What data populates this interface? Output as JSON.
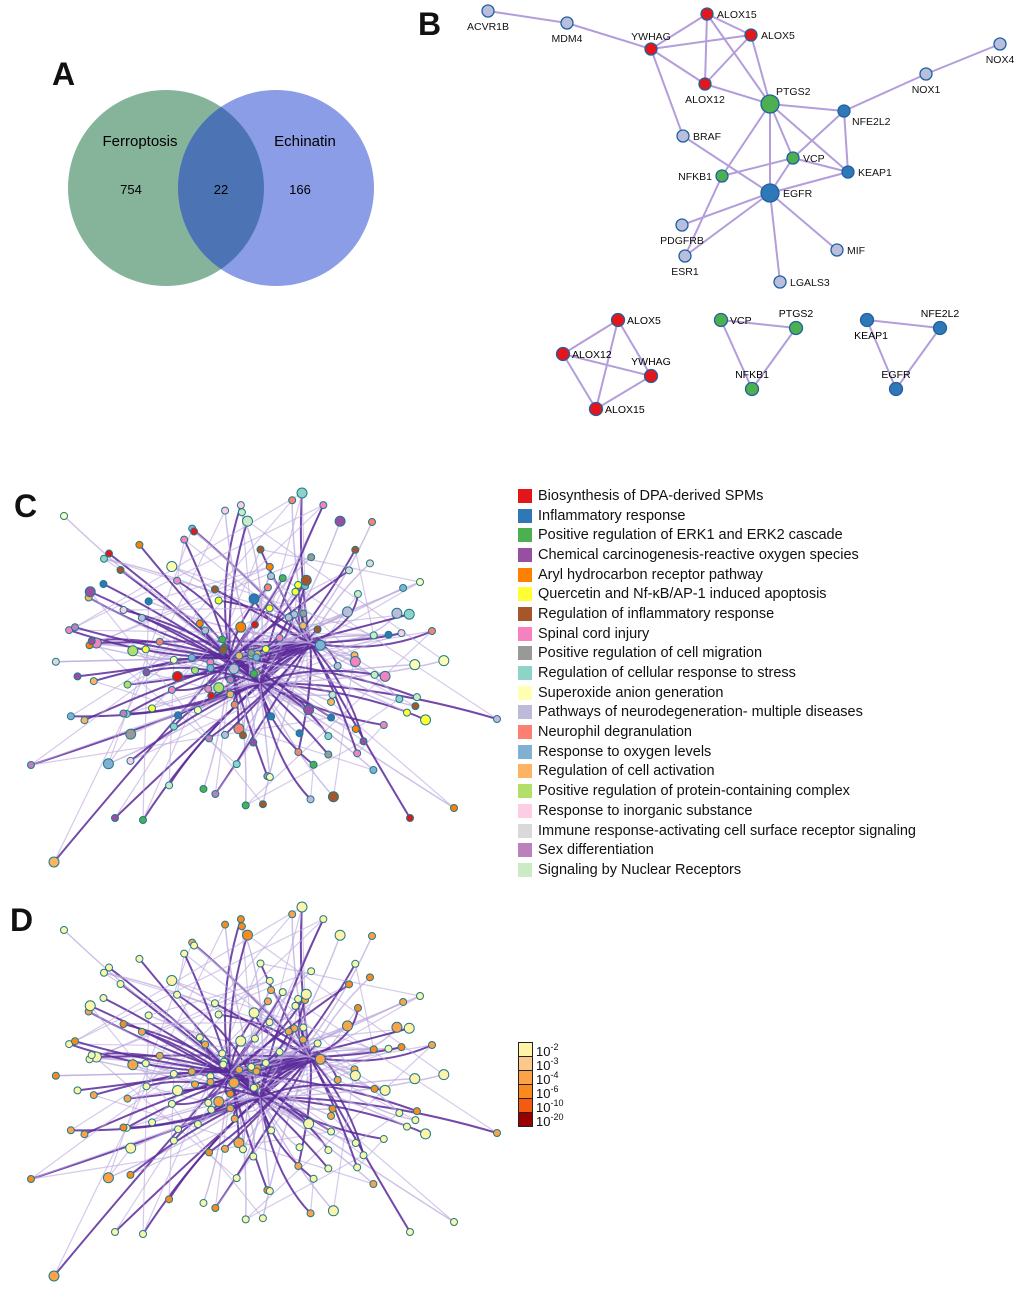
{
  "panels": {
    "A": "A",
    "B": "B",
    "C": "C",
    "D": "D"
  },
  "venn": {
    "sets": [
      {
        "name": "Ferroptosis",
        "only_count": "754",
        "color": "#86b49b"
      },
      {
        "name": "Echinatin",
        "only_count": "166",
        "color": "#8b9de6"
      }
    ],
    "intersection": {
      "count": "22",
      "color": "#4c74b4"
    }
  },
  "ppi_network": {
    "colors": {
      "red": "#e3171b",
      "green": "#4caf50",
      "blue": "#2f78b8",
      "grey": "#b9bedd",
      "edge": "#b39ddb",
      "stroke": "#2060a0"
    },
    "nodes": [
      {
        "id": "ACVR1B",
        "group": "grey"
      },
      {
        "id": "MDM4",
        "group": "grey"
      },
      {
        "id": "YWHAG",
        "group": "red"
      },
      {
        "id": "ALOX15",
        "group": "red"
      },
      {
        "id": "ALOX5",
        "group": "red"
      },
      {
        "id": "ALOX12",
        "group": "red"
      },
      {
        "id": "PTGS2",
        "group": "green"
      },
      {
        "id": "NFE2L2",
        "group": "blue"
      },
      {
        "id": "NOX1",
        "group": "grey"
      },
      {
        "id": "NOX4",
        "group": "grey"
      },
      {
        "id": "BRAF",
        "group": "grey"
      },
      {
        "id": "VCP",
        "group": "green"
      },
      {
        "id": "NFKB1",
        "group": "green"
      },
      {
        "id": "KEAP1",
        "group": "blue"
      },
      {
        "id": "EGFR",
        "group": "blue"
      },
      {
        "id": "PDGFRB",
        "group": "grey"
      },
      {
        "id": "ESR1",
        "group": "grey"
      },
      {
        "id": "MIF",
        "group": "grey"
      },
      {
        "id": "LGALS3",
        "group": "grey"
      }
    ],
    "edges": [
      [
        "ACVR1B",
        "MDM4"
      ],
      [
        "MDM4",
        "YWHAG"
      ],
      [
        "YWHAG",
        "ALOX15"
      ],
      [
        "YWHAG",
        "ALOX5"
      ],
      [
        "YWHAG",
        "ALOX12"
      ],
      [
        "YWHAG",
        "BRAF"
      ],
      [
        "ALOX15",
        "ALOX5"
      ],
      [
        "ALOX15",
        "ALOX12"
      ],
      [
        "ALOX15",
        "PTGS2"
      ],
      [
        "ALOX5",
        "ALOX12"
      ],
      [
        "ALOX5",
        "PTGS2"
      ],
      [
        "ALOX12",
        "PTGS2"
      ],
      [
        "PTGS2",
        "NFE2L2"
      ],
      [
        "PTGS2",
        "NFKB1"
      ],
      [
        "PTGS2",
        "EGFR"
      ],
      [
        "PTGS2",
        "VCP"
      ],
      [
        "PTGS2",
        "KEAP1"
      ],
      [
        "NFE2L2",
        "NOX1"
      ],
      [
        "NOX1",
        "NOX4"
      ],
      [
        "NFE2L2",
        "KEAP1"
      ],
      [
        "NFE2L2",
        "VCP"
      ],
      [
        "BRAF",
        "EGFR"
      ],
      [
        "VCP",
        "NFKB1"
      ],
      [
        "VCP",
        "KEAP1"
      ],
      [
        "VCP",
        "EGFR"
      ],
      [
        "KEAP1",
        "EGFR"
      ],
      [
        "NFKB1",
        "ESR1"
      ],
      [
        "EGFR",
        "PDGFRB"
      ],
      [
        "EGFR",
        "ESR1"
      ],
      [
        "EGFR",
        "LGALS3"
      ],
      [
        "EGFR",
        "MIF"
      ]
    ],
    "clusters": [
      {
        "group": "red",
        "nodes": [
          "ALOX5",
          "ALOX12",
          "YWHAG",
          "ALOX15"
        ],
        "edges": [
          [
            "ALOX5",
            "ALOX12"
          ],
          [
            "ALOX5",
            "YWHAG"
          ],
          [
            "ALOX5",
            "ALOX15"
          ],
          [
            "ALOX12",
            "YWHAG"
          ],
          [
            "ALOX12",
            "ALOX15"
          ],
          [
            "YWHAG",
            "ALOX15"
          ]
        ]
      },
      {
        "group": "green",
        "nodes": [
          "VCP",
          "PTGS2",
          "NFKB1"
        ],
        "edges": [
          [
            "VCP",
            "PTGS2"
          ],
          [
            "VCP",
            "NFKB1"
          ],
          [
            "PTGS2",
            "NFKB1"
          ]
        ]
      },
      {
        "group": "blue",
        "nodes": [
          "KEAP1",
          "NFE2L2",
          "EGFR"
        ],
        "edges": [
          [
            "KEAP1",
            "NFE2L2"
          ],
          [
            "KEAP1",
            "EGFR"
          ],
          [
            "NFE2L2",
            "EGFR"
          ]
        ]
      }
    ]
  },
  "enrichment_legend": [
    {
      "label": "Biosynthesis of DPA-derived SPMs",
      "color": "#e3171b"
    },
    {
      "label": "Inflammatory response",
      "color": "#2f78b8"
    },
    {
      "label": "Positive regulation of ERK1 and ERK2 cascade",
      "color": "#4caf50"
    },
    {
      "label": "Chemical carcinogenesis-reactive oxygen species",
      "color": "#984ea3"
    },
    {
      "label": "Aryl hydrocarbon receptor pathway",
      "color": "#ff7f00"
    },
    {
      "label": "Quercetin and Nf-κB/AP-1 induced apoptosis",
      "color": "#ffff33"
    },
    {
      "label": "Regulation of inflammatory response",
      "color": "#a65628"
    },
    {
      "label": "Spinal cord injury",
      "color": "#f781bf"
    },
    {
      "label": "Positive regulation of cell migration",
      "color": "#999999"
    },
    {
      "label": "Regulation of cellular response to stress",
      "color": "#8dd3c7"
    },
    {
      "label": "Superoxide anion generation",
      "color": "#ffffb3"
    },
    {
      "label": "Pathways of neurodegeneration- multiple diseases",
      "color": "#bebada"
    },
    {
      "label": "Neurophil degranulation",
      "color": "#fb8072"
    },
    {
      "label": "Response to oxygen levels",
      "color": "#80b1d3"
    },
    {
      "label": "Regulation of cell activation",
      "color": "#fdb462"
    },
    {
      "label": "Positive regulation of protein-containing complex",
      "color": "#b3de69"
    },
    {
      "label": "Response to inorganic substance",
      "color": "#fccde5"
    },
    {
      "label": "Immune response-activating cell surface receptor signaling",
      "color": "#d9d9d9"
    },
    {
      "label": "Sex differentiation",
      "color": "#bc80bd"
    },
    {
      "label": "Signaling by Nuclear Receptors",
      "color": "#ccebc5"
    }
  ],
  "pvalue_scale": [
    {
      "base": "10",
      "exp": "-2",
      "color": "#fff3a8"
    },
    {
      "base": "10",
      "exp": "-3",
      "color": "#fdc98a"
    },
    {
      "base": "10",
      "exp": "-4",
      "color": "#fca34a"
    },
    {
      "base": "10",
      "exp": "-6",
      "color": "#fb8a1e"
    },
    {
      "base": "10",
      "exp": "-10",
      "color": "#f55b10"
    },
    {
      "base": "10",
      "exp": "-20",
      "color": "#990000"
    }
  ],
  "cluster_network": {
    "edge_color": "#5b2a9a",
    "edge_light": "#b9a6dc",
    "node_stroke": "#1e7a8a"
  }
}
